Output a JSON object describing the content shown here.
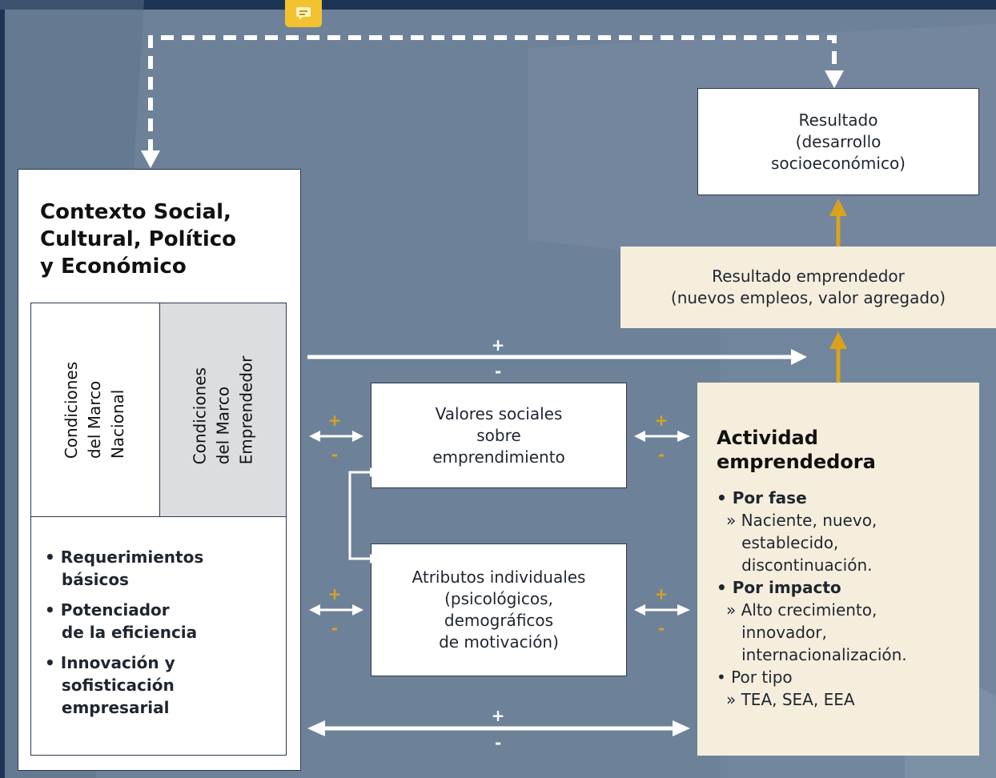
{
  "contexto": {
    "title": "Contexto Social,\nCultural, Político\ny Económico",
    "marco_nacional": "Condiciones\ndel Marco\nNacional",
    "marco_emprendedor": "Condiciones\ndel Marco\nEmprendedor",
    "requisitos": [
      "• Requerimientos\n   básicos",
      "• Potenciador\n   de la eficiencia",
      "• Innovación y\n   sofisticación\n   empresarial"
    ]
  },
  "resultado": "Resultado\n(desarrollo\nsocioeconómico)",
  "resultado_emprendedor": "Resultado emprendedor\n(nuevos empleos, valor agregado)",
  "valores_sociales": "Valores sociales\nsobre\nemprendimiento",
  "atributos": "Atributos individuales\n(psicológicos,\ndemográficos\nde motivación)",
  "actividad": {
    "title": "Actividad\nemprendedora",
    "items": [
      {
        "head": "• Por fase",
        "bold": true,
        "sub": "» Naciente, nuevo,\n   establecido,\n   discontinuación."
      },
      {
        "head": "• Por impacto",
        "bold": true,
        "sub": "» Alto crecimiento,\n   innovador,\n   internacionalización."
      },
      {
        "head": "• Por tipo",
        "bold": false,
        "sub": "» TEA, SEA, EEA"
      }
    ]
  },
  "signs": {
    "plus": "+",
    "minus": "-"
  },
  "colors": {
    "background": "#6d8299",
    "accent": "#d9a21e",
    "cream": "#f6eedd",
    "border": "#2a3a4f"
  }
}
